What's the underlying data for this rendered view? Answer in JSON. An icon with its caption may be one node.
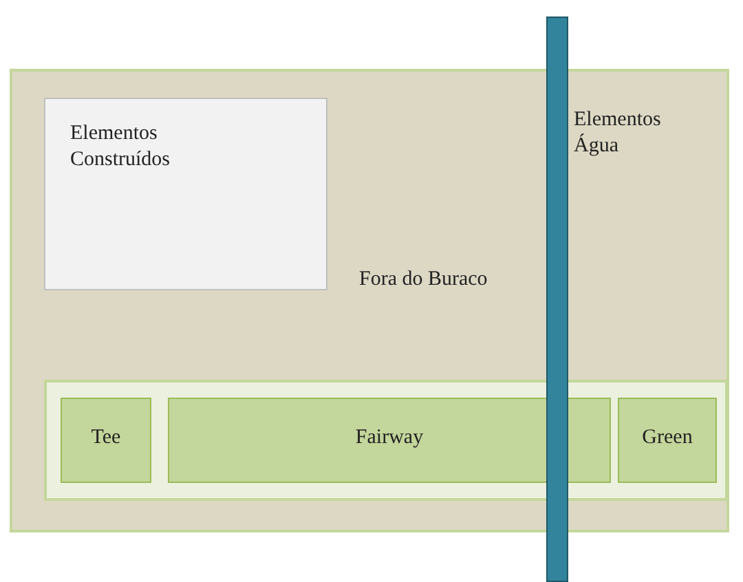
{
  "diagram": {
    "nodes": [
      {
        "text": [
          "Fora do Buraco"
        ]
      },
      {
        "text": [
          "Elementos Construídos"
        ],
        "in": 0
      },
      {
        "text": [],
        "shape": "box",
        "in": 0
      },
      {
        "text": [
          "Tee"
        ],
        "in": 2
      },
      {
        "text": [
          "Fairway"
        ],
        "in": 2
      },
      {
        "text": [
          "Green"
        ],
        "in": 2
      },
      {
        "text": [],
        "shape": "bar",
        "beside": [
          "Elementos Água"
        ]
      }
    ],
    "edges": []
  }
}
